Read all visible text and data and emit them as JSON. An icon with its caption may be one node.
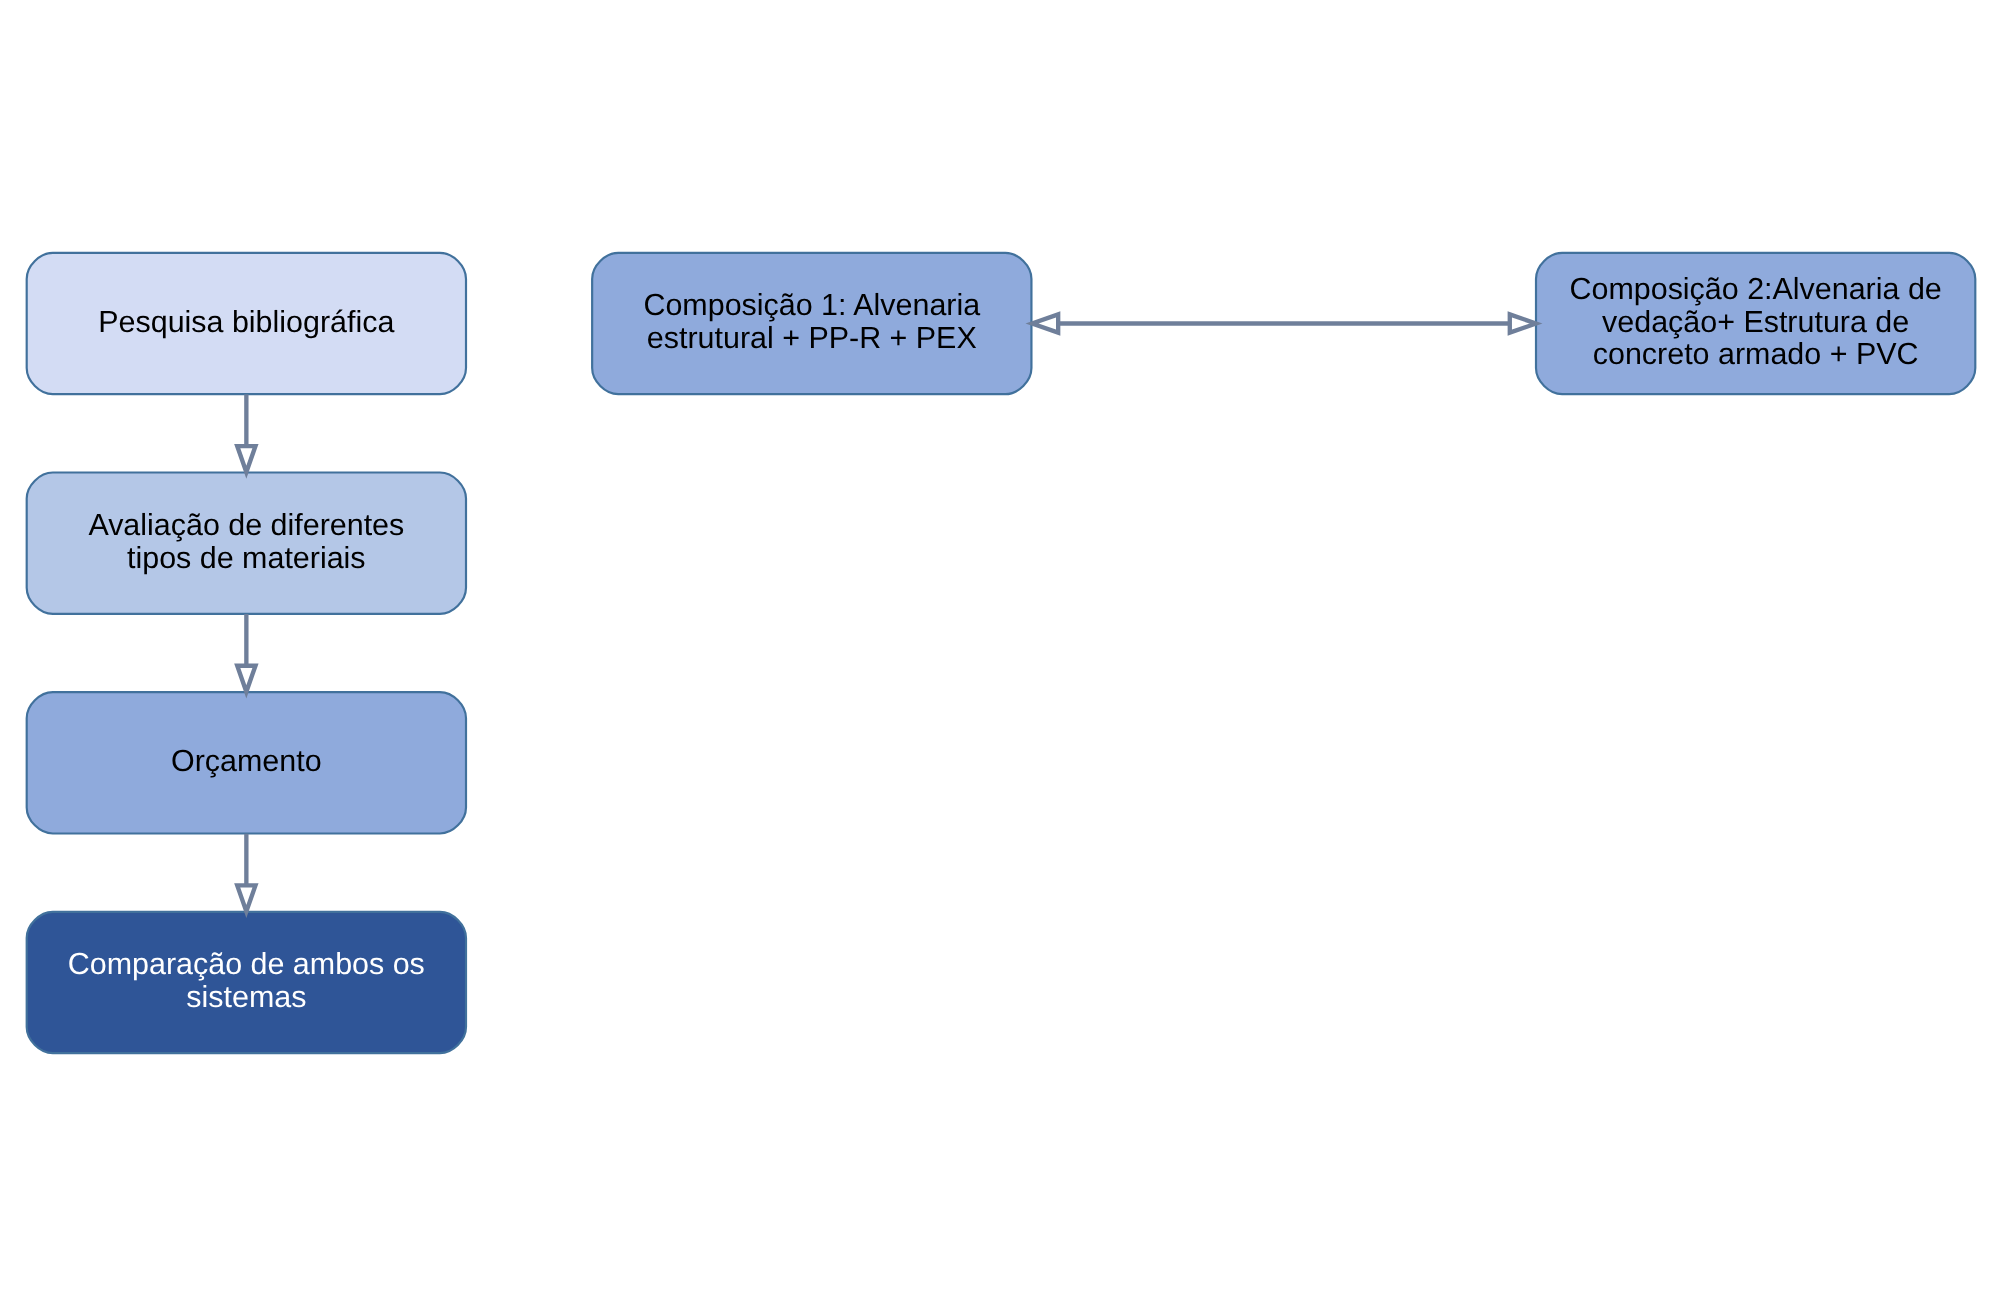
{
  "diagram": {
    "nodes": [
      {
        "text": [
          "Pesquisa bibliográfica"
        ]
      },
      {
        "text": [
          "Avaliação de diferentes tipos de materiais"
        ]
      },
      {
        "text": [
          "Composição 1: Alvenaria estrutural + PP-R + PEX"
        ]
      },
      {
        "text": [
          "Composição 2:Alvenaria de vedação+ Estrutura de concreto armado + PVC"
        ]
      },
      {
        "text": [
          "Orçamento"
        ]
      },
      {
        "text": [
          "Comparação de ambos os sistemas"
        ]
      }
    ],
    "edges": [
      {
        "from": 0,
        "to": 1,
        "arrow": "to"
      },
      {
        "from": 1,
        "to": 4,
        "arrow": "to"
      },
      {
        "from": 2,
        "to": 3,
        "arrow": "both"
      },
      {
        "from": 4,
        "to": 5,
        "arrow": "to"
      }
    ]
  }
}
